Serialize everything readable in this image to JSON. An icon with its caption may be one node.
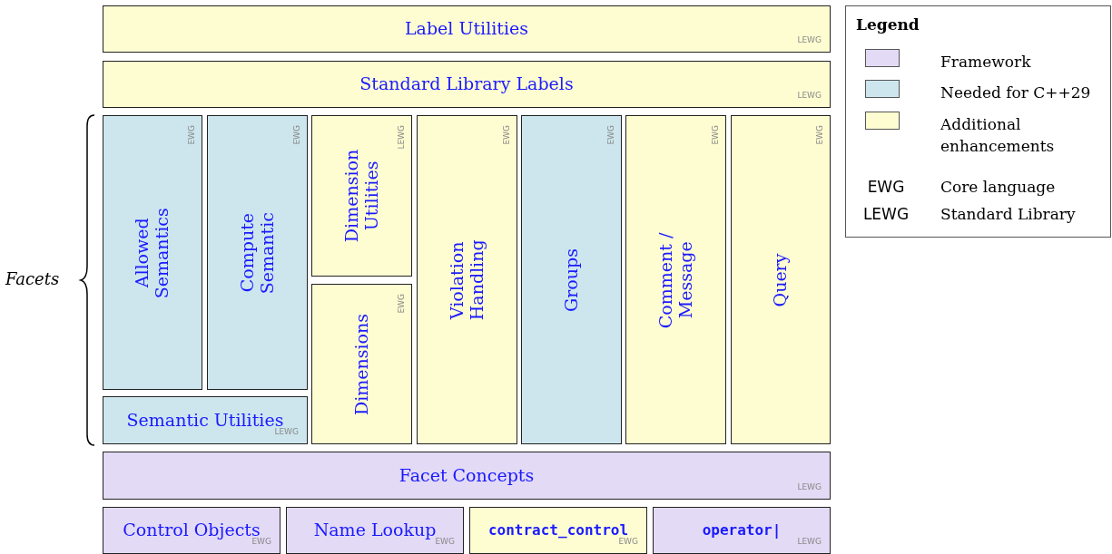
{
  "diagram": {
    "nodes": [
      {
        "text": [
          "Label Utilities",
          "LEWG"
        ]
      },
      {
        "text": [
          "Standard Library Labels",
          "LEWG"
        ]
      },
      {
        "text": [
          "Allowed Semantics",
          "EWG"
        ]
      },
      {
        "text": [
          "Compute Semantic",
          "EWG"
        ]
      },
      {
        "text": [
          "Semantic Utilities",
          "LEWG"
        ]
      },
      {
        "text": [
          "Dimension Utilities",
          "LEWG"
        ]
      },
      {
        "text": [
          "Dimensions",
          "EWG"
        ]
      },
      {
        "text": [
          "Violation Handling",
          "EWG"
        ]
      },
      {
        "text": [
          "Groups",
          "EWG"
        ]
      },
      {
        "text": [
          "Comment / Message",
          "EWG"
        ]
      },
      {
        "text": [
          "Query",
          "EWG"
        ]
      },
      {
        "text": [
          "Facet Concepts",
          "LEWG"
        ]
      },
      {
        "text": [
          "Control Objects",
          "EWG"
        ]
      },
      {
        "text": [
          "Name Lookup",
          "EWG"
        ]
      },
      {
        "text": [
          "contract_control",
          "EWG"
        ]
      },
      {
        "text": [
          "operator|",
          "LEWG"
        ]
      }
    ],
    "labels": [
      "Facets",
      "Legend",
      "EWG",
      "Core language",
      "LEWG",
      "Standard Library"
    ],
    "legend": [
      {
        "text": "Framework",
        "color": "#e3daf5"
      },
      {
        "text": "Needed for C++29",
        "color": "#cde6ee"
      },
      {
        "text": "Additional enhancements",
        "color": "#fefdd2"
      }
    ]
  }
}
